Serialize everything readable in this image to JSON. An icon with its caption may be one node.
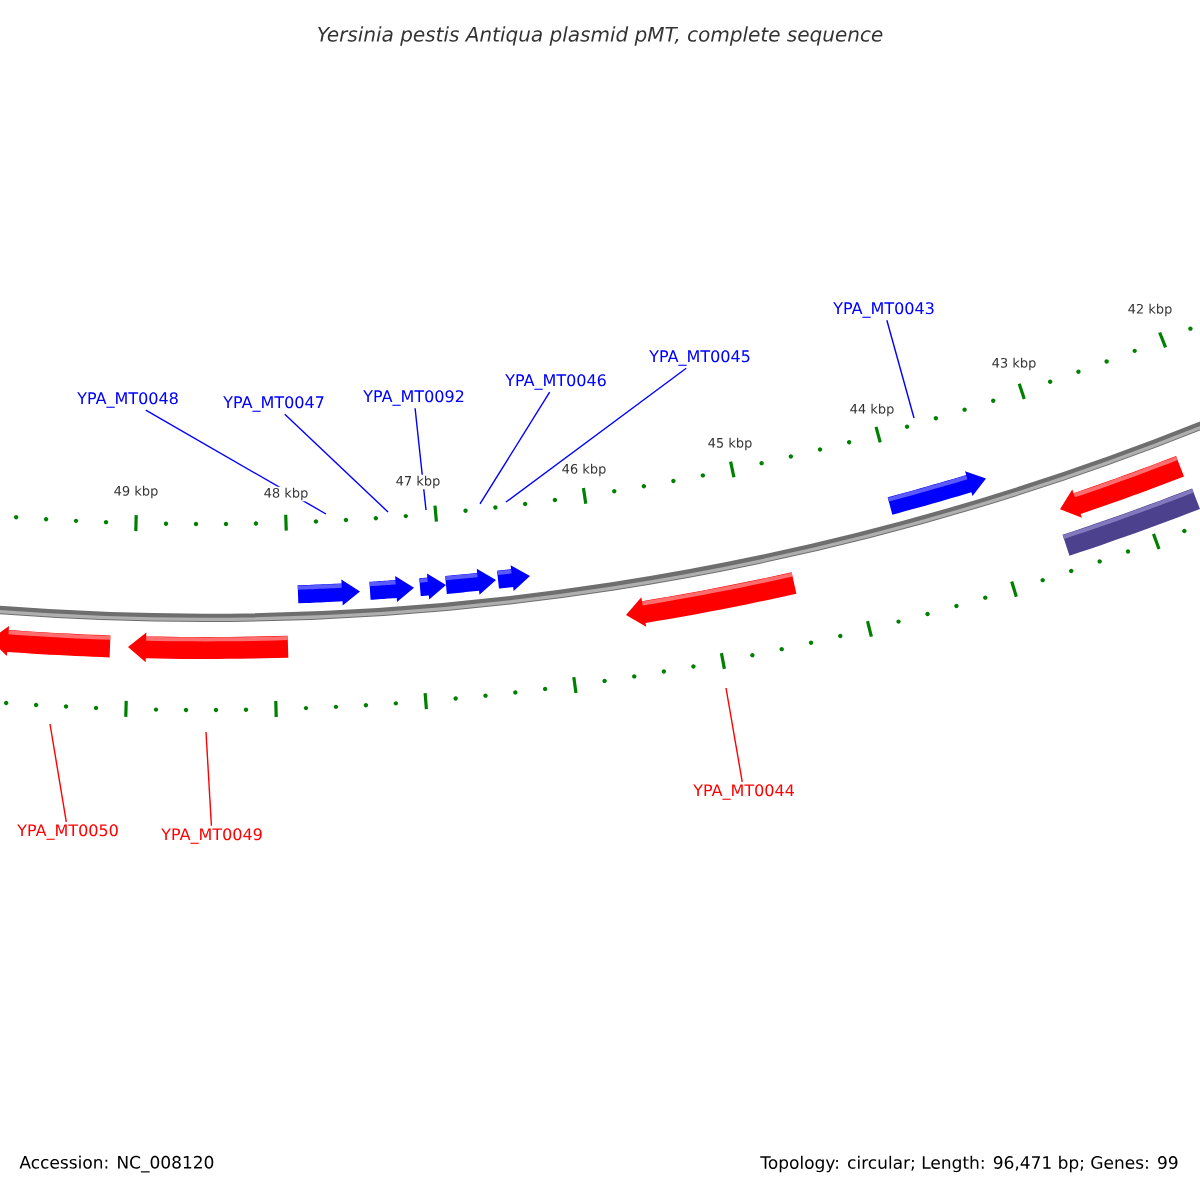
{
  "diagram": {
    "title": "*Yersinia pestis* Antiqua plasmid pMT, complete sequence",
    "nodes": [
      {
        "text": [
          "YPA_MT0048"
        ]
      },
      {
        "text": [
          "YPA_MT0047"
        ]
      },
      {
        "text": [
          "YPA_MT0092"
        ]
      },
      {
        "text": [
          "YPA_MT0046"
        ]
      },
      {
        "text": [
          "YPA_MT0045"
        ]
      },
      {
        "text": [
          "YPA_MT0043"
        ]
      },
      {
        "text": [
          "YPA_MT0050"
        ]
      },
      {
        "text": [
          "YPA_MT0049"
        ]
      },
      {
        "text": [
          "YPA_MT0044"
        ]
      }
    ],
    "edges": [
      {
        "from": 0,
        "to": null,
        "arrow": "none"
      },
      {
        "from": 1,
        "to": null,
        "arrow": "none"
      },
      {
        "from": 2,
        "to": null,
        "arrow": "none"
      },
      {
        "from": 3,
        "to": null,
        "arrow": "none"
      },
      {
        "from": 4,
        "to": null,
        "arrow": "none"
      },
      {
        "from": 5,
        "to": null,
        "arrow": "none"
      },
      {
        "from": 6,
        "to": null,
        "arrow": "none",
        "color": "#ff0000"
      },
      {
        "from": 7,
        "to": null,
        "arrow": "none",
        "color": "#ff0000"
      },
      {
        "from": 8,
        "to": null,
        "arrow": "none",
        "color": "#ff0000"
      }
    ],
    "labels": [
      "49 kbp",
      "48 kbp",
      "47 kbp",
      "46 kbp",
      "45 kbp",
      "44 kbp",
      "43 kbp",
      "42 kbp",
      "Accession: NC_008120",
      "Topology: circular; Length: 96,471 bp; Genes: 99"
    ]
  }
}
